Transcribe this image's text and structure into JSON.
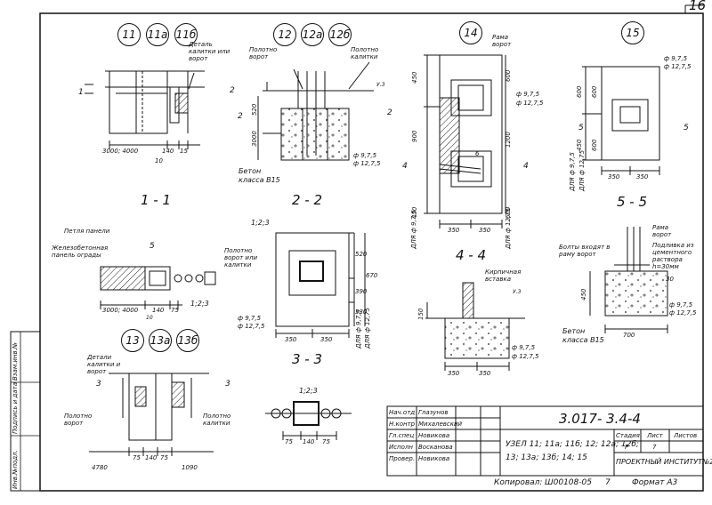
{
  "sheet": {
    "page_num": "16",
    "code": "3.017- 3.4-4",
    "title_line1": "УЗЕЛ 11; 11а; 11б; 12; 12а; 12б;",
    "title_line2": "13; 13а; 13б; 14; 15",
    "stage_h": "Стадия",
    "sheet_h": "Лист",
    "sheets_h": "Листов",
    "stage": "Р",
    "sheet_no": "7",
    "institute": "ПРОЕКТНЫЙ ИНСТИТУТ№2",
    "copied_label": "Копировал:",
    "copied_value": "Ш00108-05",
    "copied_num": "7",
    "format": "Формат А3"
  },
  "staff": [
    {
      "role": "Нач.отд",
      "name": "Глазунов"
    },
    {
      "role": "Н.контр",
      "name": "Михалевский"
    },
    {
      "role": "Гл.спец",
      "name": "Новикова"
    },
    {
      "role": "Исполн",
      "name": "Восканова"
    },
    {
      "role": "Провер.",
      "name": "Новикова"
    }
  ],
  "stamp_left": [
    "Инв.№подл.",
    "Подпись и дата",
    "Взам.инв.№"
  ],
  "nodes": {
    "n11": [
      "11",
      "11а",
      "11б"
    ],
    "n12": [
      "12",
      "12а",
      "12б"
    ],
    "n13": [
      "13",
      "13а",
      "13б"
    ],
    "n14": "14",
    "n15": "15"
  },
  "sections": {
    "s11": "1 - 1",
    "s22": "2 - 2",
    "s33": "3 - 3",
    "s44": "4 - 4",
    "s55": "5 - 5"
  },
  "labels": {
    "detal_kalitki_vorot": "Деталь калитки или ворот",
    "polotno_vorot": "Полотно ворот",
    "polotno_kalitki": "Полотно калитки",
    "beton_15": "Бетон класса В15",
    "beton_15b": "Бетон класса В15",
    "petlya_paneli": "Петля панели",
    "zhb_panel": "Железобетонная панель ограды",
    "polotno_vorot_kalitki": "Полотно ворот или калитки",
    "detali_kalitki": "Детали калитки и ворот",
    "polotno_vorot2": "Полотно ворот",
    "polotno_kalitki2": "Полотно калитки",
    "rama_vorot": "Рама ворот",
    "rama_vorot2": "Рама ворот",
    "kirpichnaya_vstavka": "Кирпичная вставка",
    "bolty": "Болты входят в раму ворот",
    "podlivka": "Подливка из цементного раствора h=30мм",
    "ratio": "1;2;3",
    "ratio2": "1;2;3",
    "ratio3": "1;2;3",
    "phi97": "ф 9,7,5",
    "phi127": "ф 12,7,5",
    "dl975": "ДЛЯ ф 9,7,5",
    "dl1275": "ДЛЯ ф 12,75",
    "i5": "5",
    "i4": "4",
    "i3": "3",
    "i1": "1",
    "i2": "2",
    "i6": "6",
    "uz3": "У.З"
  },
  "dims": {
    "d_3000_4000": "3000; 4000",
    "d_140": "140",
    "d_15": "15",
    "d_10": "10",
    "d_75": "75",
    "d_350": "350",
    "d_450": "450",
    "d_600": "600",
    "d_900": "900",
    "d_1200": "1200",
    "d_520": "520",
    "d_390": "390",
    "d_530": "530",
    "d_670": "670",
    "d_700": "700",
    "d_150": "150",
    "d_4780": "4780",
    "d_1090": "1090",
    "d_3000": "3000",
    "d_30": "30"
  }
}
